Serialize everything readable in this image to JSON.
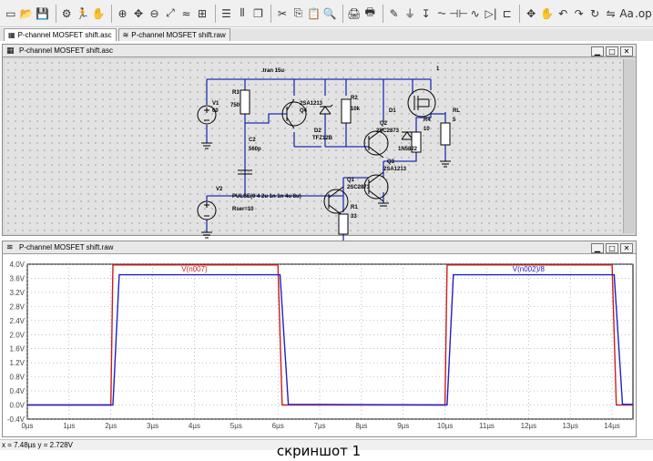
{
  "toolbar": {
    "icons": [
      "new-schematic-icon",
      "open-icon",
      "save-icon",
      "control-panel-icon",
      "run-icon",
      "halt-icon",
      "zoom-in-icon",
      "pan-icon",
      "zoom-out-icon",
      "zoom-fit-icon",
      "autorange-icon",
      "ruler-icon",
      "tile-horizontal-icon",
      "tile-vertical-icon",
      "cascade-icon",
      "cut-icon",
      "copy-icon",
      "paste-icon",
      "find-icon",
      "print-setup-icon",
      "print-icon",
      "pencil-icon",
      "ground-icon",
      "label-net-icon",
      "resistor-icon",
      "capacitor-icon",
      "inductor-icon",
      "diode-icon",
      "component-icon",
      "move-icon",
      "drag-icon",
      "undo-icon",
      "redo-icon",
      "rotate-icon",
      "mirror-icon",
      "text-icon",
      "spice-directive-icon"
    ],
    "glyphs": [
      "▭",
      "📂",
      "💾",
      "⚙",
      "🏃",
      "✋",
      "⊕",
      "✥",
      "⊖",
      "⤢",
      "≈",
      "⊞",
      "☰",
      "⫴",
      "❐",
      "✂",
      "⎘",
      "📋",
      "🔍",
      "🖨",
      "🖶",
      "✎",
      "⏚",
      "↧",
      "⏦",
      "⊣⊢",
      "∿",
      "▷|",
      "⊏",
      "✥",
      "✋",
      "↶",
      "↷",
      "↻",
      "⇋",
      "Aa",
      ".op"
    ],
    "text_button": "Aa",
    "directive_button": ".op"
  },
  "tabs": [
    {
      "label": "P-channel MOSFET shift.asc",
      "active": true
    },
    {
      "label": "P-channel MOSFET shift.raw",
      "active": false
    }
  ],
  "schematic_window": {
    "title": "P-channel MOSFET shift.asc",
    "directive": ".tran 15u",
    "labels": {
      "v1": "V1",
      "v1_val": "60",
      "r3": "R3",
      "r3_val": "750",
      "q4": "2SA1213",
      "q4_ref": "Q4",
      "r2": "R2",
      "r2_val": "10k",
      "d2": "D2",
      "d2_val": "TFZ12B",
      "c2": "C2",
      "c2_val": "560p",
      "q2": "Q2",
      "q2_val": "2SC2873",
      "d1": "D1",
      "d1_val": "1N5822",
      "r4": "R4",
      "r4_val": "10",
      "m1_ref": "1",
      "rl": "RL",
      "rl_val": "5",
      "q3": "Q3",
      "q3_val": "2SA1213",
      "v2": "V2",
      "v2_val": "PULSE(0 4 2u 1n 1n 4u 8u)",
      "rser": "Rser=10",
      "q1": "Q1",
      "q1_val": "2SC2873",
      "r1": "R1",
      "r1_val": "33"
    }
  },
  "waveform_window": {
    "title": "P-channel MOSFET shift.raw"
  },
  "status": {
    "cursor_readout": "x = 7.48µs   y = 2.728V"
  },
  "caption": "скриншот 1",
  "chart_data": {
    "type": "line",
    "title": "",
    "xlabel": "",
    "ylabel": "",
    "xlim": [
      0,
      14.5
    ],
    "ylim": [
      -0.4,
      4.0
    ],
    "x_ticks": [
      "0µs",
      "1µs",
      "2µs",
      "3µs",
      "4µs",
      "5µs",
      "6µs",
      "7µs",
      "8µs",
      "9µs",
      "10µs",
      "11µs",
      "12µs",
      "13µs",
      "14µs"
    ],
    "y_ticks": [
      "-0.4V",
      "0.0V",
      "0.4V",
      "0.8V",
      "1.2V",
      "1.6V",
      "2.0V",
      "2.4V",
      "2.8V",
      "3.2V",
      "3.6V",
      "4.0V"
    ],
    "grid": true,
    "series": [
      {
        "name": "V(n007)",
        "color": "#cc1f1f",
        "x": [
          0,
          2.0,
          2.05,
          6.0,
          6.1,
          10.0,
          10.05,
          14.0,
          14.1,
          14.5
        ],
        "y": [
          0,
          0,
          3.98,
          3.98,
          0,
          0,
          3.98,
          3.98,
          0,
          0
        ]
      },
      {
        "name": "V(n002)/8",
        "color": "#2020c8",
        "x": [
          0,
          2.05,
          2.2,
          6.05,
          6.25,
          10.05,
          10.2,
          14.05,
          14.25,
          14.5
        ],
        "y": [
          0,
          0,
          3.7,
          3.7,
          0.02,
          0,
          3.7,
          3.7,
          0.02,
          0.02
        ]
      }
    ]
  }
}
